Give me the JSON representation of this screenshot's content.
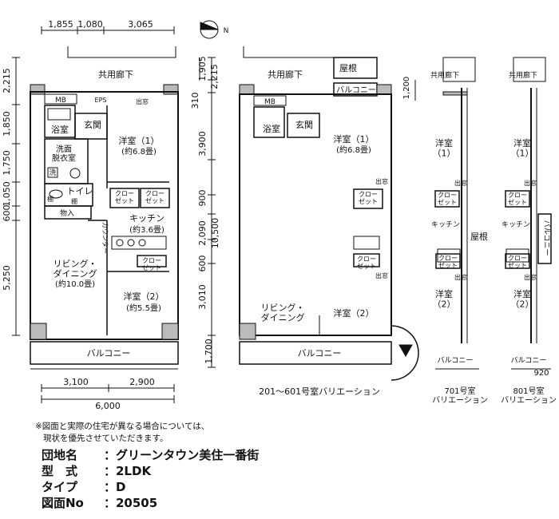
{
  "top_dims": [
    "1,855",
    "1,080",
    "3,065"
  ],
  "bottom_dims": [
    "3,100",
    "2,900",
    "6,000"
  ],
  "left_dims": [
    "2,215",
    "1,850",
    "1,750",
    "1,050",
    "600",
    "5,250"
  ],
  "mid_dims_a": [
    "1,905",
    "2,215",
    "310",
    "3,900",
    "900",
    "600",
    "3,010",
    "1,700"
  ],
  "mid_dims_b": [
    "2,090",
    "10,500"
  ],
  "v701_dim": "1,200",
  "v801_dim": "920",
  "compass": "N",
  "main_plan": {
    "corridor": "共用廊下",
    "mb": "MB",
    "eps": "EPS",
    "demado": "出窓",
    "bath": "浴室",
    "entrance": "玄関",
    "washroom": "洗面\n脱衣室",
    "wash": "洗",
    "toilet": "トイレ",
    "shelf": "棚",
    "storage": "物入",
    "bedroom1": "洋室（1）",
    "bedroom1_size": "(約6.8畳)",
    "closet": "クロー\nゼット",
    "kitchen": "キッチン",
    "kitchen_size": "(約3.6畳)",
    "counter": "カウンター",
    "living": "リビング・\nダイニング",
    "living_size": "(約10.0畳)",
    "bedroom2": "洋室（2）",
    "bedroom2_size": "(約5.5畳)",
    "balcony": "バルコニー"
  },
  "var_201": {
    "corridor": "共用廊下",
    "roof": "屋根",
    "balcony_top": "バルコニー",
    "bath": "浴室",
    "entrance": "玄関",
    "bedroom1": "洋室（1）",
    "bedroom1_size": "(約6.8畳)",
    "demado": "出窓",
    "closet": "クロー\nゼット",
    "living": "リビング・\nダイニング",
    "bedroom2": "洋室（2）",
    "balcony": "バルコニー",
    "caption": "201〜601号室バリエーション"
  },
  "var_701": {
    "corridor": "共用廊下",
    "bedroom1": "洋室\n（1）",
    "demado": "出窓",
    "closet": "クロー\nゼット",
    "kitchen": "キッチン",
    "roof": "屋根",
    "bedroom2": "洋室\n（2）",
    "balcony": "バルコニー",
    "caption": "701号室\nバリエーション"
  },
  "var_801": {
    "corridor": "共用廊下",
    "bedroom1": "洋室\n（1）",
    "demado": "出窓",
    "closet": "クロー\nゼット",
    "kitchen": "キッチン",
    "balcony_side": "バルコニー",
    "bedroom2": "洋室\n（2）",
    "balcony": "バルコニー",
    "caption": "801号室\nバリエーション"
  },
  "note_lines": [
    "※図面と実際の住宅が異なる場合については、",
    "現状を優先させていただきます。"
  ],
  "info": [
    {
      "label": "団地名",
      "value": "：グリーンタウン美住一番街"
    },
    {
      "label": "型　式",
      "value": "：2LDK"
    },
    {
      "label": "タイプ",
      "value": "：D"
    },
    {
      "label": "図面No",
      "value": "：20505"
    }
  ]
}
